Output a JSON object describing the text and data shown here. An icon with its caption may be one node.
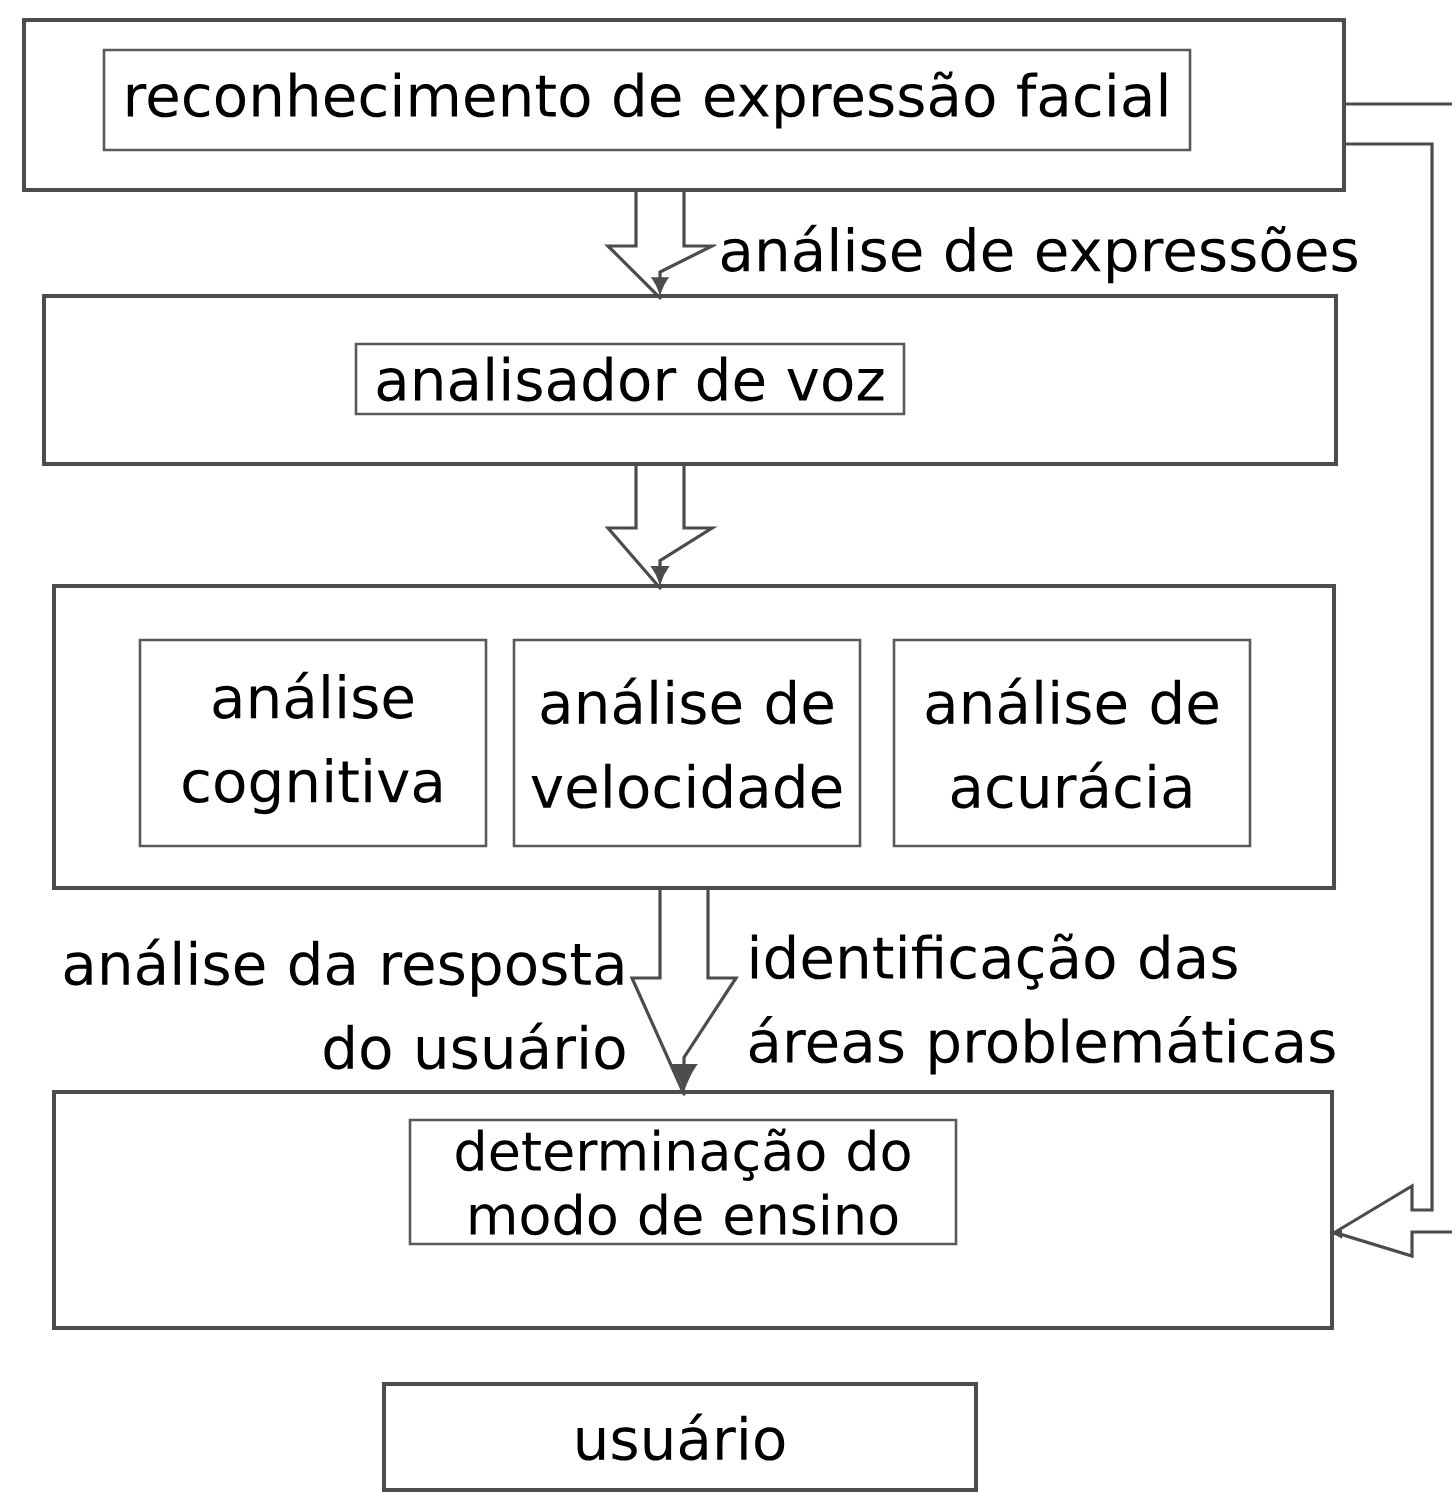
{
  "diagram": {
    "nodes": [
      {
        "text": [],
        "shape": "box"
      },
      {
        "text": [
          "reconhecimento de expressão facial"
        ],
        "in": 0
      },
      {
        "text": [],
        "shape": "box"
      },
      {
        "text": [
          "analisador de voz"
        ],
        "in": 2
      },
      {
        "text": [],
        "shape": "box"
      },
      {
        "text": [
          "análise cognitiva"
        ],
        "in": 4
      },
      {
        "text": [
          "análise de velocidade"
        ],
        "in": 4
      },
      {
        "text": [
          "análise de acurácia"
        ],
        "in": 4
      },
      {
        "text": [],
        "shape": "box"
      },
      {
        "text": [
          "determinação do modo de ensino"
        ],
        "in": 8
      },
      {
        "text": [
          "usuário"
        ]
      }
    ],
    "edges": [
      {
        "from": 0,
        "to": 2,
        "arrow": "to",
        "label": "análise de expressões"
      },
      {
        "from": 2,
        "to": 4,
        "arrow": "to"
      },
      {
        "from": 4,
        "to": 8,
        "arrow": "to",
        "label": "análise da resposta do usuário"
      },
      {
        "from": 0,
        "to": 8,
        "arrow": "to"
      }
    ],
    "labels": [
      "identificação das áreas problemáticas"
    ]
  }
}
